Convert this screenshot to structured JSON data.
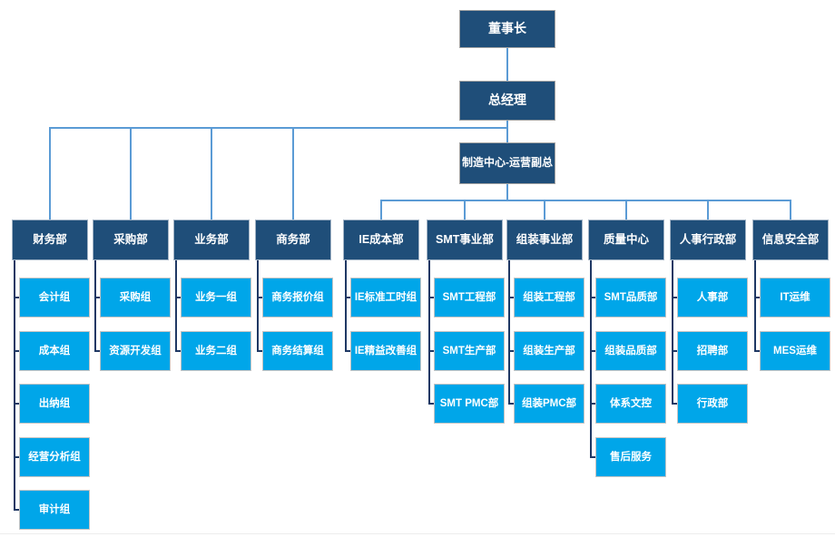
{
  "org": {
    "chairman": {
      "label": "董事长"
    },
    "general_manager": {
      "label": "总经理"
    },
    "operations_vp": {
      "label": "制造中心-运营副总"
    },
    "departments": [
      {
        "label": "财务部",
        "reports_to": "总经理",
        "children": [
          "会计组",
          "成本组",
          "出纳组",
          "经营分析组",
          "审计组"
        ]
      },
      {
        "label": "采购部",
        "reports_to": "总经理",
        "children": [
          "采购组",
          "资源开发组"
        ]
      },
      {
        "label": "业务部",
        "reports_to": "总经理",
        "children": [
          "业务一组",
          "业务二组"
        ]
      },
      {
        "label": "商务部",
        "reports_to": "总经理",
        "children": [
          "商务报价组",
          "商务结算组"
        ]
      },
      {
        "label": "IE成本部",
        "reports_to": "制造中心-运营副总",
        "children": [
          "IE标准工时组",
          "IE精益改善组"
        ]
      },
      {
        "label": "SMT事业部",
        "reports_to": "制造中心-运营副总",
        "children": [
          "SMT工程部",
          "SMT生产部",
          "SMT PMC部"
        ]
      },
      {
        "label": "组装事业部",
        "reports_to": "制造中心-运营副总",
        "children": [
          "组装工程部",
          "组装生产部",
          "组装PMC部"
        ]
      },
      {
        "label": "质量中心",
        "reports_to": "制造中心-运营副总",
        "children": [
          "SMT品质部",
          "组装品质部",
          "体系文控",
          "售后服务"
        ]
      },
      {
        "label": "人事行政部",
        "reports_to": "制造中心-运营副总",
        "children": [
          "人事部",
          "招聘部",
          "行政部"
        ]
      },
      {
        "label": "信息安全部",
        "reports_to": "制造中心-运营副总",
        "children": [
          "IT运维",
          "MES运维"
        ]
      }
    ],
    "colors": {
      "executive_box": "#1F4E79",
      "department_box": "#1F4E79",
      "team_box": "#00A6E9",
      "connector_primary": "#5B9BD5",
      "connector_secondary": "#1F3864",
      "box_text": "#FFFFFF"
    }
  }
}
